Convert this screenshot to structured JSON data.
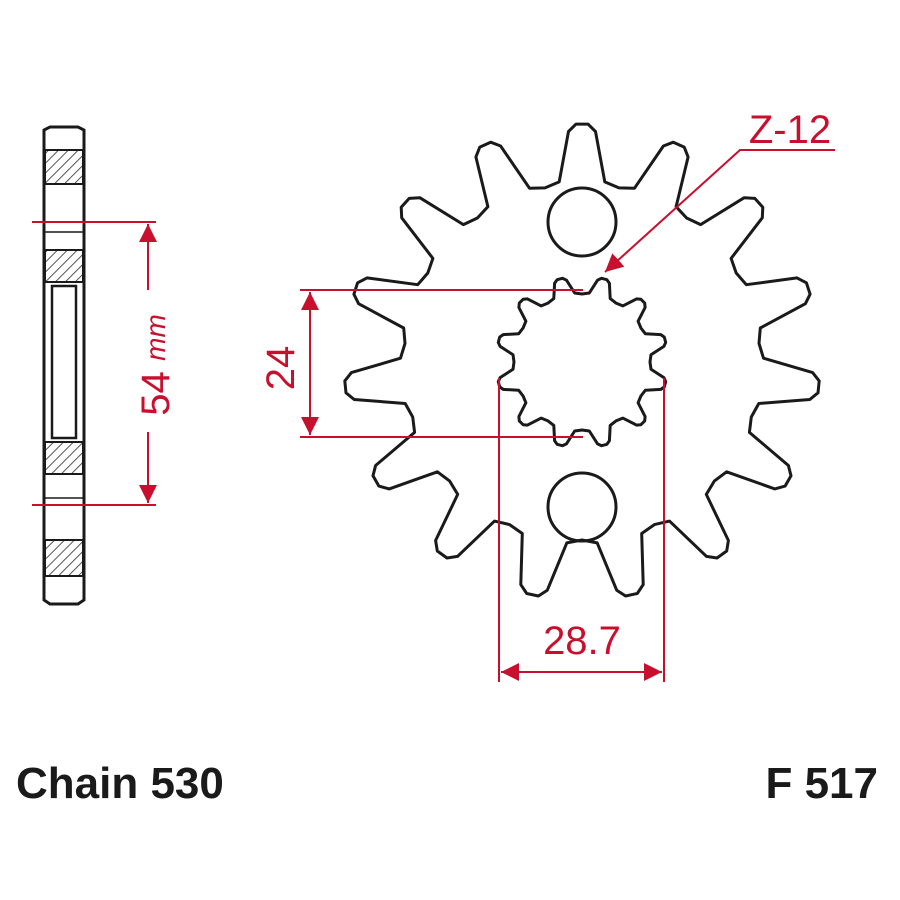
{
  "colors": {
    "outline": "#1a1a1a",
    "dimension": "#c8102e",
    "hatch": "#555555",
    "background": "#ffffff"
  },
  "dimensions": {
    "pitch_diameter": "54",
    "pitch_unit": "mm",
    "spline_height": "24",
    "spline_width": "28.7",
    "spline_teeth": "Z-12"
  },
  "sprocket": {
    "outer_teeth": 15,
    "spline_teeth": 12
  },
  "labels": {
    "chain": "Chain 530",
    "part_number": "F 517"
  }
}
